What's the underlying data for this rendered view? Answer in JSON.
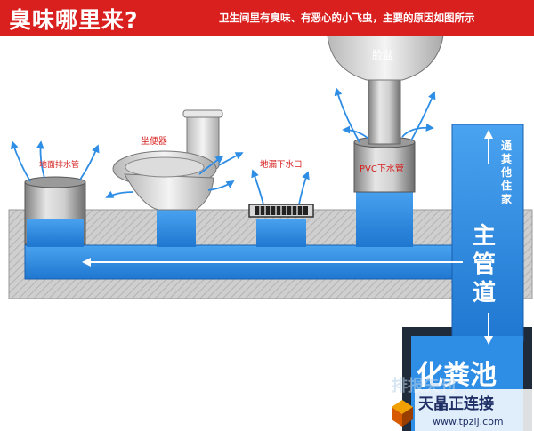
{
  "header": {
    "title": "臭味哪里来?",
    "subtitle": "卫生间里有臭味、有恶心的小飞虫，主要的原因如图所示"
  },
  "labels": {
    "basin": "脸盆",
    "toilet": "坐便器",
    "floor_drain_left": "地面排水管",
    "floor_drain": "地漏下水口",
    "pvc_pipe": "PVC下水管",
    "other_units": [
      "通",
      "其",
      "他",
      "住",
      "家"
    ],
    "main_pipe": [
      "主",
      "管",
      "道"
    ],
    "septic_partial": "化粪池"
  },
  "watermark": {
    "site": "www.tpzlj.com",
    "brand_right": "天晶正连接",
    "brand_left": "排报矢刊"
  },
  "colors": {
    "header_red": "#d9201f",
    "water_blue": "#2e8de4",
    "water_dark": "#1a5fb0",
    "ground_gray": "#c9c9c9",
    "label_red": "#d6201f"
  }
}
